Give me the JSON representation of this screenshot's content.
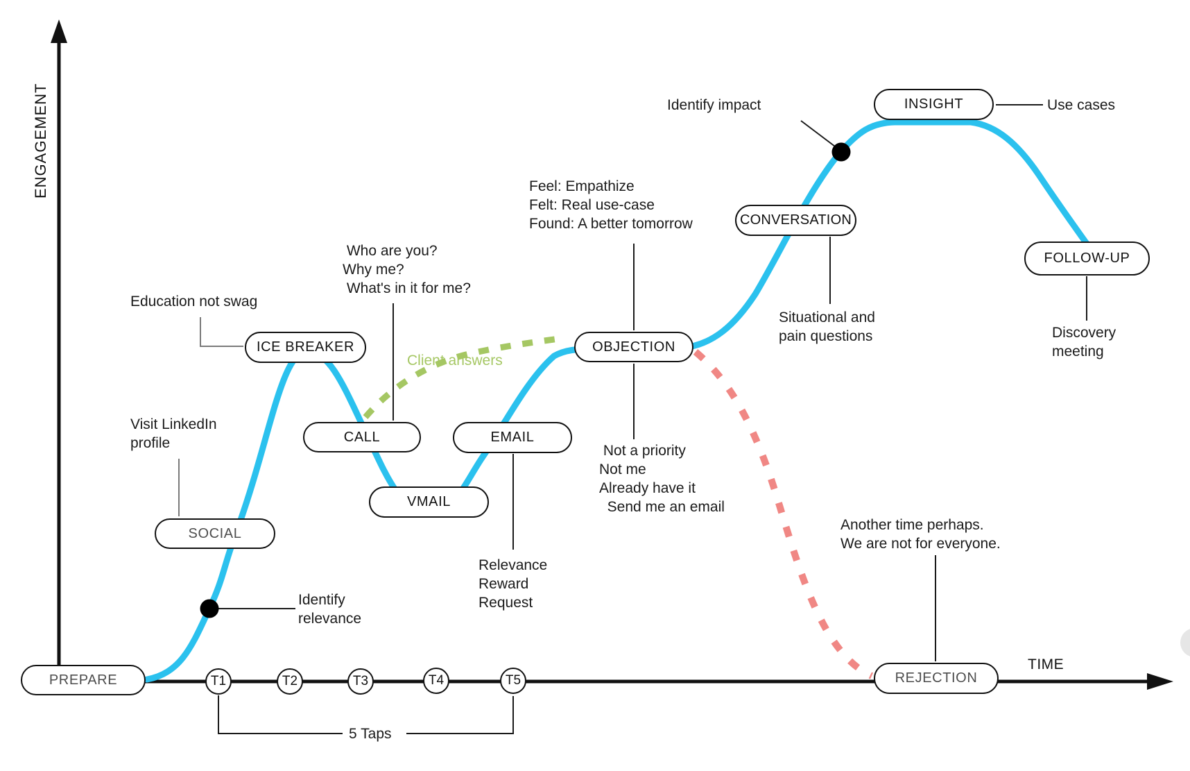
{
  "axes": {
    "y": "ENGAGEMENT",
    "x": "TIME"
  },
  "nodes": {
    "prepare": "PREPARE",
    "social": "SOCIAL",
    "ice_breaker": "ICE BREAKER",
    "call": "CALL",
    "vmail": "VMAIL",
    "email": "EMAIL",
    "objection": "OBJECTION",
    "conversation": "CONVERSATION",
    "insight": "INSIGHT",
    "follow_up": "FOLLOW-UP",
    "rejection": "REJECTION"
  },
  "ticks": [
    "T1",
    "T2",
    "T3",
    "T4",
    "T5"
  ],
  "annotations": {
    "education": "Education not swag",
    "visit_linkedin": "Visit LinkedIn\nprofile",
    "identify_relevance": "Identify\nrelevance",
    "who_are_you": " Who are you?\nWhy me?\n What's in it for me?",
    "client_answers": "Client answers",
    "feel_felt_found": "Feel: Empathize\nFelt: Real use-case\nFound: A better tomorrow",
    "objection_replies": " Not a priority\nNot me\nAlready have it\n  Send me an email",
    "identify_impact": "Identify impact",
    "use_cases": "Use cases",
    "situational": "Situational and\npain questions",
    "discovery": "Discovery\nmeeting",
    "another_time": "Another time perhaps.\nWe are not for everyone.",
    "relevance_reward_request": "Relevance\nReward\nRequest",
    "five_taps": "5 Taps"
  },
  "colors": {
    "engagement_curve": "#2bc1ee",
    "client_answers_path": "#a5c763",
    "rejection_path": "#f08784",
    "ink": "#1a1a1a",
    "muted_label": "#4d4d4d",
    "connector_gray": "#7a7a7a"
  }
}
